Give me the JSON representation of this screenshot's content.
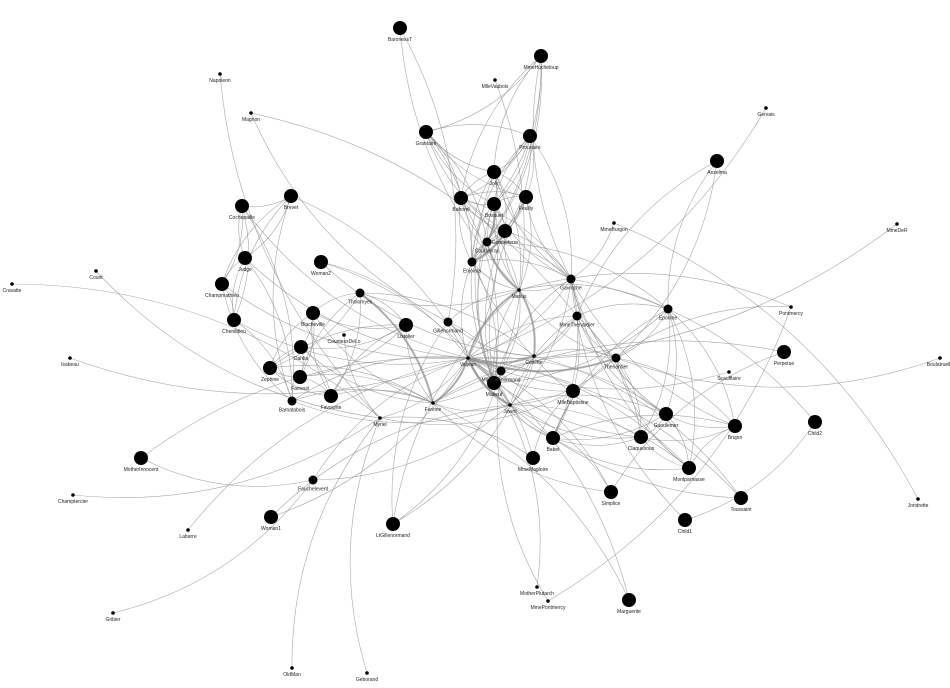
{
  "colors": {
    "background": "#ffffff",
    "node": "#000000",
    "edge": "#888888",
    "label": "#222222"
  },
  "nodes": [
    {
      "id": "BaronessT",
      "label": "BaronessT",
      "size": "large"
    },
    {
      "id": "MmeHucheloup",
      "label": "MmeHucheloup",
      "size": "large"
    },
    {
      "id": "MlleVaubois",
      "label": "MlleVaubois",
      "size": "small"
    },
    {
      "id": "Napoleon",
      "label": "Napoleon",
      "size": "small"
    },
    {
      "id": "Magnon",
      "label": "Magnon",
      "size": "small"
    },
    {
      "id": "Gervais",
      "label": "Gervais",
      "size": "small"
    },
    {
      "id": "Grantaire",
      "label": "Grantaire",
      "size": "large"
    },
    {
      "id": "Prouvaire",
      "label": "Prouvaire",
      "size": "large"
    },
    {
      "id": "Joly",
      "label": "Joly",
      "size": "large"
    },
    {
      "id": "Anzelma",
      "label": "Anzelma",
      "size": "large"
    },
    {
      "id": "Bahorel",
      "label": "Bahorel",
      "size": "large"
    },
    {
      "id": "Bossuet",
      "label": "Bossuet",
      "size": "large"
    },
    {
      "id": "Feuilly",
      "label": "Feuilly",
      "size": "large"
    },
    {
      "id": "Cochepaille",
      "label": "Cochepaille",
      "size": "large"
    },
    {
      "id": "Brevet",
      "label": "Brevet",
      "size": "large"
    },
    {
      "id": "MmeBurgon",
      "label": "MmeBurgon",
      "size": "small"
    },
    {
      "id": "MmeDeR",
      "label": "MmeDeR",
      "size": "small"
    },
    {
      "id": "Combeferre",
      "label": "Combeferre",
      "size": "large"
    },
    {
      "id": "Courfeyrac",
      "label": "Courfeyrac",
      "size": "medium"
    },
    {
      "id": "Judge",
      "label": "Judge",
      "size": "large"
    },
    {
      "id": "Woman2",
      "label": "Woman2",
      "size": "large"
    },
    {
      "id": "Count",
      "label": "Count",
      "size": "small"
    },
    {
      "id": "Enjolras",
      "label": "Enjolras",
      "size": "medium"
    },
    {
      "id": "Champmathieu",
      "label": "Champmathieu",
      "size": "large"
    },
    {
      "id": "Gavroche",
      "label": "Gavroche",
      "size": "medium"
    },
    {
      "id": "Cravatte",
      "label": "Cravatte",
      "size": "small"
    },
    {
      "id": "Marius",
      "label": "Marius",
      "size": "small"
    },
    {
      "id": "Tholomyes",
      "label": "Tholomyes",
      "size": "medium"
    },
    {
      "id": "Eponine",
      "label": "Eponine",
      "size": "medium"
    },
    {
      "id": "Pontmercy",
      "label": "Pontmercy",
      "size": "small"
    },
    {
      "id": "Blacheville",
      "label": "Blacheville",
      "size": "large"
    },
    {
      "id": "MmeThenardier",
      "label": "MmeThenardier",
      "size": "medium"
    },
    {
      "id": "Listolier",
      "label": "Listolier",
      "size": "large"
    },
    {
      "id": "Gillenormand",
      "label": "Gillenormand",
      "size": "medium"
    },
    {
      "id": "Chenildieu",
      "label": "Chenildieu",
      "size": "large"
    },
    {
      "id": "CountessDeLo",
      "label": "CountessDeLo",
      "size": "small"
    },
    {
      "id": "Dahlia",
      "label": "Dahlia",
      "size": "large"
    },
    {
      "id": "Perpetue",
      "label": "Perpetue",
      "size": "large"
    },
    {
      "id": "Isabeau",
      "label": "Isabeau",
      "size": "small"
    },
    {
      "id": "Boulatruelle",
      "label": "Boulatruelle",
      "size": "small"
    },
    {
      "id": "Valjean",
      "label": "Valjean",
      "size": "small"
    },
    {
      "id": "Cosette",
      "label": "Cosette",
      "size": "small"
    },
    {
      "id": "Thenardier",
      "label": "Thenardier",
      "size": "medium"
    },
    {
      "id": "Zephine",
      "label": "Zephine",
      "size": "large"
    },
    {
      "id": "MlleGillenormand",
      "label": "MlleGillenormand",
      "size": "medium"
    },
    {
      "id": "Scaufflaire",
      "label": "Scaufflaire",
      "size": "small"
    },
    {
      "id": "Fameuil",
      "label": "Fameuil",
      "size": "large"
    },
    {
      "id": "Mabeuf",
      "label": "Mabeuf",
      "size": "large"
    },
    {
      "id": "Bamatabois",
      "label": "Bamatabois",
      "size": "medium"
    },
    {
      "id": "Favourite",
      "label": "Favourite",
      "size": "large"
    },
    {
      "id": "MlleBaptistine",
      "label": "MlleBaptistine",
      "size": "large"
    },
    {
      "id": "Fantine",
      "label": "Fantine",
      "size": "small"
    },
    {
      "id": "Javert",
      "label": "Javert",
      "size": "small"
    },
    {
      "id": "Myriel",
      "label": "Myriel",
      "size": "small"
    },
    {
      "id": "Gueulemer",
      "label": "Gueulemer",
      "size": "large"
    },
    {
      "id": "Child2",
      "label": "Child2",
      "size": "large"
    },
    {
      "id": "Brujon",
      "label": "Brujon",
      "size": "large"
    },
    {
      "id": "Claquesous",
      "label": "Claquesous",
      "size": "large"
    },
    {
      "id": "Babet",
      "label": "Babet",
      "size": "large"
    },
    {
      "id": "MotherInnocent",
      "label": "MotherInnocent",
      "size": "large"
    },
    {
      "id": "MmeMagloire",
      "label": "MmeMagloire",
      "size": "large"
    },
    {
      "id": "Montparnasse",
      "label": "Montparnasse",
      "size": "large"
    },
    {
      "id": "Fauchelevent",
      "label": "Fauchelevent",
      "size": "medium"
    },
    {
      "id": "Simplice",
      "label": "Simplice",
      "size": "large"
    },
    {
      "id": "Toussaint",
      "label": "Toussaint",
      "size": "large"
    },
    {
      "id": "Champtercier",
      "label": "Champtercier",
      "size": "small"
    },
    {
      "id": "Jondrette",
      "label": "Jondrette",
      "size": "small"
    },
    {
      "id": "Woman1",
      "label": "Woman1",
      "size": "large"
    },
    {
      "id": "Child1",
      "label": "Child1",
      "size": "large"
    },
    {
      "id": "Labarre",
      "label": "Labarre",
      "size": "small"
    },
    {
      "id": "LtGillenormand",
      "label": "LtGillenormand",
      "size": "large"
    },
    {
      "id": "MotherPlutarch",
      "label": "MotherPlutarch",
      "size": "small"
    },
    {
      "id": "MmePontmercy",
      "label": "MmePontmercy",
      "size": "small"
    },
    {
      "id": "Marguerite",
      "label": "Marguerite",
      "size": "large"
    },
    {
      "id": "Gribier",
      "label": "Gribier",
      "size": "small"
    },
    {
      "id": "OldMan",
      "label": "OldMan",
      "size": "small"
    },
    {
      "id": "Geborand",
      "label": "Geborand",
      "size": "small"
    }
  ],
  "edges": [
    [
      "Napoleon",
      "Myriel"
    ],
    [
      "MlleBaptistine",
      "Myriel"
    ],
    [
      "MmeMagloire",
      "Myriel"
    ],
    [
      "MmeMagloire",
      "MlleBaptistine"
    ],
    [
      "CountessDeLo",
      "Myriel"
    ],
    [
      "Geborand",
      "Myriel"
    ],
    [
      "Champtercier",
      "Myriel"
    ],
    [
      "Cravatte",
      "Myriel"
    ],
    [
      "Count",
      "Myriel"
    ],
    [
      "OldMan",
      "Myriel"
    ],
    [
      "Valjean",
      "Labarre"
    ],
    [
      "Valjean",
      "MmeMagloire"
    ],
    [
      "Valjean",
      "MlleBaptistine"
    ],
    [
      "Valjean",
      "Myriel"
    ],
    [
      "Marguerite",
      "Valjean"
    ],
    [
      "MmeDeR",
      "Valjean"
    ],
    [
      "Isabeau",
      "Valjean"
    ],
    [
      "Gervais",
      "Valjean"
    ],
    [
      "Listolier",
      "Tholomyes"
    ],
    [
      "Fameuil",
      "Tholomyes"
    ],
    [
      "Fameuil",
      "Listolier"
    ],
    [
      "Blacheville",
      "Tholomyes"
    ],
    [
      "Blacheville",
      "Listolier"
    ],
    [
      "Blacheville",
      "Fameuil"
    ],
    [
      "Favourite",
      "Tholomyes"
    ],
    [
      "Favourite",
      "Listolier"
    ],
    [
      "Favourite",
      "Fameuil"
    ],
    [
      "Favourite",
      "Blacheville"
    ],
    [
      "Dahlia",
      "Listolier"
    ],
    [
      "Dahlia",
      "Fameuil"
    ],
    [
      "Dahlia",
      "Blacheville"
    ],
    [
      "Dahlia",
      "Favourite"
    ],
    [
      "Zephine",
      "Tholomyes"
    ],
    [
      "Zephine",
      "Listolier"
    ],
    [
      "Zephine",
      "Fameuil"
    ],
    [
      "Zephine",
      "Blacheville"
    ],
    [
      "Zephine",
      "Favourite"
    ],
    [
      "Zephine",
      "Dahlia"
    ],
    [
      "Fantine",
      "Tholomyes"
    ],
    [
      "Fantine",
      "Listolier"
    ],
    [
      "Fantine",
      "Fameuil"
    ],
    [
      "Fantine",
      "Blacheville"
    ],
    [
      "Fantine",
      "Favourite"
    ],
    [
      "Fantine",
      "Dahlia"
    ],
    [
      "Fantine",
      "Zephine"
    ],
    [
      "Fantine",
      "Marguerite"
    ],
    [
      "Fantine",
      "Valjean"
    ],
    [
      "MmeThenardier",
      "Fantine"
    ],
    [
      "MmeThenardier",
      "Valjean"
    ],
    [
      "Thenardier",
      "MmeThenardier"
    ],
    [
      "Thenardier",
      "Fantine"
    ],
    [
      "Thenardier",
      "Valjean"
    ],
    [
      "Cosette",
      "MmeThenardier"
    ],
    [
      "Cosette",
      "Valjean"
    ],
    [
      "Cosette",
      "Tholomyes"
    ],
    [
      "Cosette",
      "Thenardier"
    ],
    [
      "Javert",
      "Valjean"
    ],
    [
      "Javert",
      "Fantine"
    ],
    [
      "Javert",
      "Thenardier"
    ],
    [
      "Javert",
      "MmeThenardier"
    ],
    [
      "Javert",
      "Cosette"
    ],
    [
      "Fauchelevent",
      "Valjean"
    ],
    [
      "Fauchelevent",
      "Javert"
    ],
    [
      "Bamatabois",
      "Fantine"
    ],
    [
      "Bamatabois",
      "Javert"
    ],
    [
      "Bamatabois",
      "Valjean"
    ],
    [
      "Perpetue",
      "Fantine"
    ],
    [
      "Simplice",
      "Perpetue"
    ],
    [
      "Simplice",
      "Valjean"
    ],
    [
      "Simplice",
      "Fantine"
    ],
    [
      "Simplice",
      "Javert"
    ],
    [
      "Scaufflaire",
      "Valjean"
    ],
    [
      "Woman1",
      "Valjean"
    ],
    [
      "Woman1",
      "Javert"
    ],
    [
      "Judge",
      "Valjean"
    ],
    [
      "Judge",
      "Bamatabois"
    ],
    [
      "Champmathieu",
      "Valjean"
    ],
    [
      "Champmathieu",
      "Judge"
    ],
    [
      "Champmathieu",
      "Bamatabois"
    ],
    [
      "Brevet",
      "Judge"
    ],
    [
      "Brevet",
      "Champmathieu"
    ],
    [
      "Brevet",
      "Valjean"
    ],
    [
      "Brevet",
      "Bamatabois"
    ],
    [
      "Chenildieu",
      "Judge"
    ],
    [
      "Chenildieu",
      "Champmathieu"
    ],
    [
      "Chenildieu",
      "Brevet"
    ],
    [
      "Chenildieu",
      "Valjean"
    ],
    [
      "Chenildieu",
      "Bamatabois"
    ],
    [
      "Cochepaille",
      "Judge"
    ],
    [
      "Cochepaille",
      "Champmathieu"
    ],
    [
      "Cochepaille",
      "Brevet"
    ],
    [
      "Cochepaille",
      "Chenildieu"
    ],
    [
      "Cochepaille",
      "Valjean"
    ],
    [
      "Cochepaille",
      "Bamatabois"
    ],
    [
      "Pontmercy",
      "Thenardier"
    ],
    [
      "Boulatruelle",
      "Thenardier"
    ],
    [
      "Eponine",
      "MmeThenardier"
    ],
    [
      "Eponine",
      "Thenardier"
    ],
    [
      "Anzelma",
      "Eponine"
    ],
    [
      "Anzelma",
      "Thenardier"
    ],
    [
      "Anzelma",
      "MmeThenardier"
    ],
    [
      "Woman2",
      "Valjean"
    ],
    [
      "Woman2",
      "Cosette"
    ],
    [
      "Woman2",
      "Javert"
    ],
    [
      "MotherInnocent",
      "Fauchelevent"
    ],
    [
      "MotherInnocent",
      "Valjean"
    ],
    [
      "Gribier",
      "Fauchelevent"
    ],
    [
      "MmeBurgon",
      "Gavroche"
    ],
    [
      "Jondrette",
      "MmeBurgon"
    ],
    [
      "Gavroche",
      "Valjean"
    ],
    [
      "Gavroche",
      "Thenardier"
    ],
    [
      "Gavroche",
      "Javert"
    ],
    [
      "Gillenormand",
      "Cosette"
    ],
    [
      "Gillenormand",
      "Valjean"
    ],
    [
      "Magnon",
      "Gillenormand"
    ],
    [
      "Magnon",
      "MmeThenardier"
    ],
    [
      "MlleGillenormand",
      "Gillenormand"
    ],
    [
      "MlleGillenormand",
      "Cosette"
    ],
    [
      "MlleGillenormand",
      "Valjean"
    ],
    [
      "MmePontmercy",
      "MlleGillenormand"
    ],
    [
      "MmePontmercy",
      "Pontmercy"
    ],
    [
      "MlleVaubois",
      "MlleGillenormand"
    ],
    [
      "LtGillenormand",
      "MlleGillenormand"
    ],
    [
      "LtGillenormand",
      "Gillenormand"
    ],
    [
      "LtGillenormand",
      "Cosette"
    ],
    [
      "Marius",
      "MlleGillenormand"
    ],
    [
      "Marius",
      "Gillenormand"
    ],
    [
      "Marius",
      "Pontmercy"
    ],
    [
      "Marius",
      "LtGillenormand"
    ],
    [
      "Marius",
      "Cosette"
    ],
    [
      "Marius",
      "Valjean"
    ],
    [
      "Marius",
      "Tholomyes"
    ],
    [
      "Marius",
      "Thenardier"
    ],
    [
      "Marius",
      "Eponine"
    ],
    [
      "Marius",
      "Gavroche"
    ],
    [
      "BaronessT",
      "Gillenormand"
    ],
    [
      "BaronessT",
      "Marius"
    ],
    [
      "Mabeuf",
      "Marius"
    ],
    [
      "Mabeuf",
      "Eponine"
    ],
    [
      "Mabeuf",
      "Gavroche"
    ],
    [
      "Enjolras",
      "Marius"
    ],
    [
      "Enjolras",
      "Gavroche"
    ],
    [
      "Enjolras",
      "Javert"
    ],
    [
      "Enjolras",
      "Mabeuf"
    ],
    [
      "Enjolras",
      "Valjean"
    ],
    [
      "Combeferre",
      "Enjolras"
    ],
    [
      "Combeferre",
      "Marius"
    ],
    [
      "Combeferre",
      "Gavroche"
    ],
    [
      "Combeferre",
      "Mabeuf"
    ],
    [
      "Prouvaire",
      "Gavroche"
    ],
    [
      "Prouvaire",
      "Enjolras"
    ],
    [
      "Prouvaire",
      "Combeferre"
    ],
    [
      "Feuilly",
      "Gavroche"
    ],
    [
      "Feuilly",
      "Enjolras"
    ],
    [
      "Feuilly",
      "Prouvaire"
    ],
    [
      "Feuilly",
      "Combeferre"
    ],
    [
      "Feuilly",
      "Mabeuf"
    ],
    [
      "Feuilly",
      "Marius"
    ],
    [
      "Courfeyrac",
      "Marius"
    ],
    [
      "Courfeyrac",
      "Enjolras"
    ],
    [
      "Courfeyrac",
      "Combeferre"
    ],
    [
      "Courfeyrac",
      "Gavroche"
    ],
    [
      "Courfeyrac",
      "Mabeuf"
    ],
    [
      "Courfeyrac",
      "Eponine"
    ],
    [
      "Courfeyrac",
      "Feuilly"
    ],
    [
      "Courfeyrac",
      "Prouvaire"
    ],
    [
      "Bahorel",
      "Combeferre"
    ],
    [
      "Bahorel",
      "Gavroche"
    ],
    [
      "Bahorel",
      "Courfeyrac"
    ],
    [
      "Bahorel",
      "Mabeuf"
    ],
    [
      "Bahorel",
      "Enjolras"
    ],
    [
      "Bahorel",
      "Feuilly"
    ],
    [
      "Bahorel",
      "Prouvaire"
    ],
    [
      "Bahorel",
      "Marius"
    ],
    [
      "Bossuet",
      "Marius"
    ],
    [
      "Bossuet",
      "Courfeyrac"
    ],
    [
      "Bossuet",
      "Gavroche"
    ],
    [
      "Bossuet",
      "Bahorel"
    ],
    [
      "Bossuet",
      "Enjolras"
    ],
    [
      "Bossuet",
      "Feuilly"
    ],
    [
      "Bossuet",
      "Prouvaire"
    ],
    [
      "Bossuet",
      "Combeferre"
    ],
    [
      "Bossuet",
      "Mabeuf"
    ],
    [
      "Bossuet",
      "Valjean"
    ],
    [
      "Joly",
      "Bahorel"
    ],
    [
      "Joly",
      "Bossuet"
    ],
    [
      "Joly",
      "Gavroche"
    ],
    [
      "Joly",
      "Courfeyrac"
    ],
    [
      "Joly",
      "Enjolras"
    ],
    [
      "Joly",
      "Feuilly"
    ],
    [
      "Joly",
      "Prouvaire"
    ],
    [
      "Joly",
      "Combeferre"
    ],
    [
      "Joly",
      "Mabeuf"
    ],
    [
      "Joly",
      "Marius"
    ],
    [
      "Grantaire",
      "Bossuet"
    ],
    [
      "Grantaire",
      "Enjolras"
    ],
    [
      "Grantaire",
      "Combeferre"
    ],
    [
      "Grantaire",
      "Courfeyrac"
    ],
    [
      "Grantaire",
      "Joly"
    ],
    [
      "Grantaire",
      "Bahorel"
    ],
    [
      "Grantaire",
      "Feuilly"
    ],
    [
      "Grantaire",
      "Prouvaire"
    ],
    [
      "MotherPlutarch",
      "Mabeuf"
    ],
    [
      "Gueulemer",
      "Thenardier"
    ],
    [
      "Gueulemer",
      "Valjean"
    ],
    [
      "Gueulemer",
      "MmeThenardier"
    ],
    [
      "Gueulemer",
      "Javert"
    ],
    [
      "Gueulemer",
      "Gavroche"
    ],
    [
      "Gueulemer",
      "Eponine"
    ],
    [
      "Babet",
      "Thenardier"
    ],
    [
      "Babet",
      "Gueulemer"
    ],
    [
      "Babet",
      "Valjean"
    ],
    [
      "Babet",
      "MmeThenardier"
    ],
    [
      "Babet",
      "Javert"
    ],
    [
      "Babet",
      "Gavroche"
    ],
    [
      "Babet",
      "Eponine"
    ],
    [
      "Claquesous",
      "Thenardier"
    ],
    [
      "Claquesous",
      "Babet"
    ],
    [
      "Claquesous",
      "Gueulemer"
    ],
    [
      "Claquesous",
      "Valjean"
    ],
    [
      "Claquesous",
      "MmeThenardier"
    ],
    [
      "Claquesous",
      "Javert"
    ],
    [
      "Claquesous",
      "Eponine"
    ],
    [
      "Claquesous",
      "Enjolras"
    ],
    [
      "Montparnasse",
      "Javert"
    ],
    [
      "Montparnasse",
      "Babet"
    ],
    [
      "Montparnasse",
      "Gueulemer"
    ],
    [
      "Montparnasse",
      "Claquesous"
    ],
    [
      "Montparnasse",
      "Valjean"
    ],
    [
      "Montparnasse",
      "Gavroche"
    ],
    [
      "Montparnasse",
      "Eponine"
    ],
    [
      "Montparnasse",
      "Thenardier"
    ],
    [
      "Toussaint",
      "Cosette"
    ],
    [
      "Toussaint",
      "Javert"
    ],
    [
      "Toussaint",
      "Valjean"
    ],
    [
      "Child1",
      "Gavroche"
    ],
    [
      "Child2",
      "Gavroche"
    ],
    [
      "Child2",
      "Child1"
    ],
    [
      "Brujon",
      "Babet"
    ],
    [
      "Brujon",
      "Gueulemer"
    ],
    [
      "Brujon",
      "Thenardier"
    ],
    [
      "Brujon",
      "Gavroche"
    ],
    [
      "Brujon",
      "Eponine"
    ],
    [
      "Brujon",
      "Claquesous"
    ],
    [
      "Brujon",
      "Montparnasse"
    ],
    [
      "MmeHucheloup",
      "Bossuet"
    ],
    [
      "MmeHucheloup",
      "Joly"
    ],
    [
      "MmeHucheloup",
      "Grantaire"
    ],
    [
      "MmeHucheloup",
      "Bahorel"
    ],
    [
      "MmeHucheloup",
      "Courfeyrac"
    ],
    [
      "MmeHucheloup",
      "Gavroche"
    ],
    [
      "MmeHucheloup",
      "Enjolras"
    ]
  ],
  "heavy_edges": [
    [
      "Valjean",
      "Cosette"
    ],
    [
      "Marius",
      "Cosette"
    ],
    [
      "Valjean",
      "Javert"
    ],
    [
      "Valjean",
      "Fantine"
    ],
    [
      "Enjolras",
      "Combeferre"
    ],
    [
      "Enjolras",
      "Courfeyrac"
    ],
    [
      "Courfeyrac",
      "Bossuet"
    ],
    [
      "Marius",
      "Courfeyrac"
    ],
    [
      "Valjean",
      "Thenardier"
    ],
    [
      "Valjean",
      "Marius"
    ],
    [
      "Fantine",
      "Tholomyes"
    ],
    [
      "Javert",
      "Valjean"
    ]
  ]
}
